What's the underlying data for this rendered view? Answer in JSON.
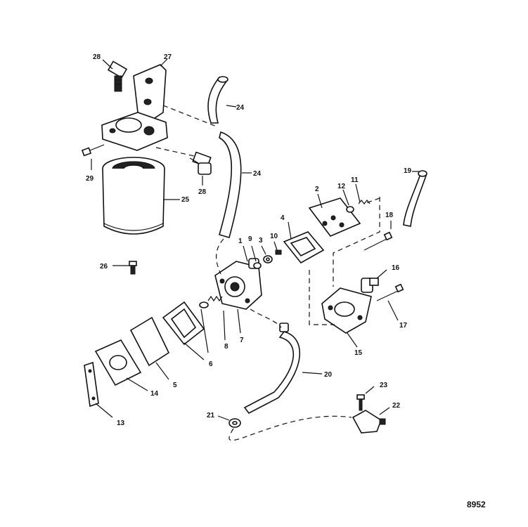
{
  "diagram": {
    "reference_number": "8952",
    "callouts": [
      "1",
      "2",
      "3",
      "4",
      "5",
      "6",
      "7",
      "8",
      "9",
      "10",
      "11",
      "12",
      "13",
      "14",
      "15",
      "16",
      "17",
      "18",
      "19",
      "20",
      "21",
      "22",
      "23",
      "24",
      "24",
      "25",
      "26",
      "27",
      "28",
      "28",
      "29"
    ]
  }
}
